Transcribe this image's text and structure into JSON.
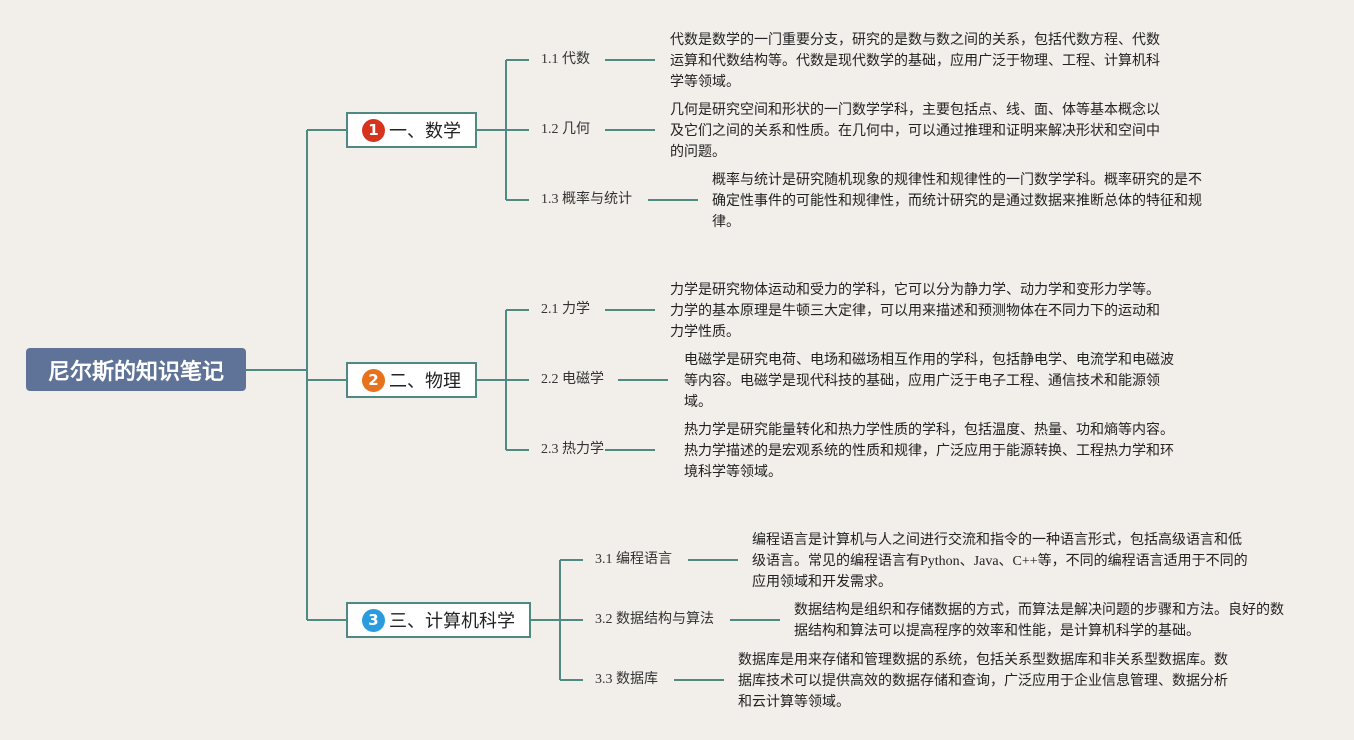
{
  "root": {
    "label": "尼尔斯的知识笔记"
  },
  "colors": {
    "line": "#4f8a82",
    "root": "#5e7397",
    "badge_1": "#d6331f",
    "badge_2": "#e8711c",
    "badge_3": "#2a9bdf"
  },
  "sections": [
    {
      "number": "1",
      "title": "一、数学",
      "items": [
        {
          "label": "1.1 代数",
          "text": "代数是数学的一门重要分支，研究的是数与数之间的关系，包括代数方程、代数\n运算和代数结构等。代数是现代数学的基础，应用广泛于物理、工程、计算机科\n学等领域。"
        },
        {
          "label": "1.2 几何",
          "text": "几何是研究空间和形状的一门数学学科，主要包括点、线、面、体等基本概念以\n及它们之间的关系和性质。在几何中，可以通过推理和证明来解决形状和空间中\n的问题。"
        },
        {
          "label": "1.3 概率与统计",
          "text": "概率与统计是研究随机现象的规律性和规律性的一门数学学科。概率研究的是不\n确定性事件的可能性和规律性，而统计研究的是通过数据来推断总体的特征和规\n律。"
        }
      ]
    },
    {
      "number": "2",
      "title": "二、物理",
      "items": [
        {
          "label": "2.1 力学",
          "text": "力学是研究物体运动和受力的学科，它可以分为静力学、动力学和变形力学等。\n力学的基本原理是牛顿三大定律，可以用来描述和预测物体在不同力下的运动和\n力学性质。"
        },
        {
          "label": "2.2 电磁学",
          "text": "电磁学是研究电荷、电场和磁场相互作用的学科，包括静电学、电流学和电磁波\n等内容。电磁学是现代科技的基础，应用广泛于电子工程、通信技术和能源领\n域。"
        },
        {
          "label": "2.3 热力学",
          "text": "热力学是研究能量转化和热力学性质的学科，包括温度、热量、功和熵等内容。\n热力学描述的是宏观系统的性质和规律，广泛应用于能源转换、工程热力学和环\n境科学等领域。"
        }
      ]
    },
    {
      "number": "3",
      "title": "三、计算机科学",
      "items": [
        {
          "label": "3.1 编程语言",
          "text": "编程语言是计算机与人之间进行交流和指令的一种语言形式，包括高级语言和低\n级语言。常见的编程语言有Python、Java、C++等，不同的编程语言适用于不同的\n应用领域和开发需求。"
        },
        {
          "label": "3.2 数据结构与算法",
          "text": "数据结构是组织和存储数据的方式，而算法是解决问题的步骤和方法。良好的数\n据结构和算法可以提高程序的效率和性能，是计算机科学的基础。"
        },
        {
          "label": "3.3 数据库",
          "text": "数据库是用来存储和管理数据的系统，包括关系型数据库和非关系型数据库。数\n据库技术可以提供高效的数据存储和查询，广泛应用于企业信息管理、数据分析\n和云计算等领域。"
        }
      ]
    }
  ]
}
